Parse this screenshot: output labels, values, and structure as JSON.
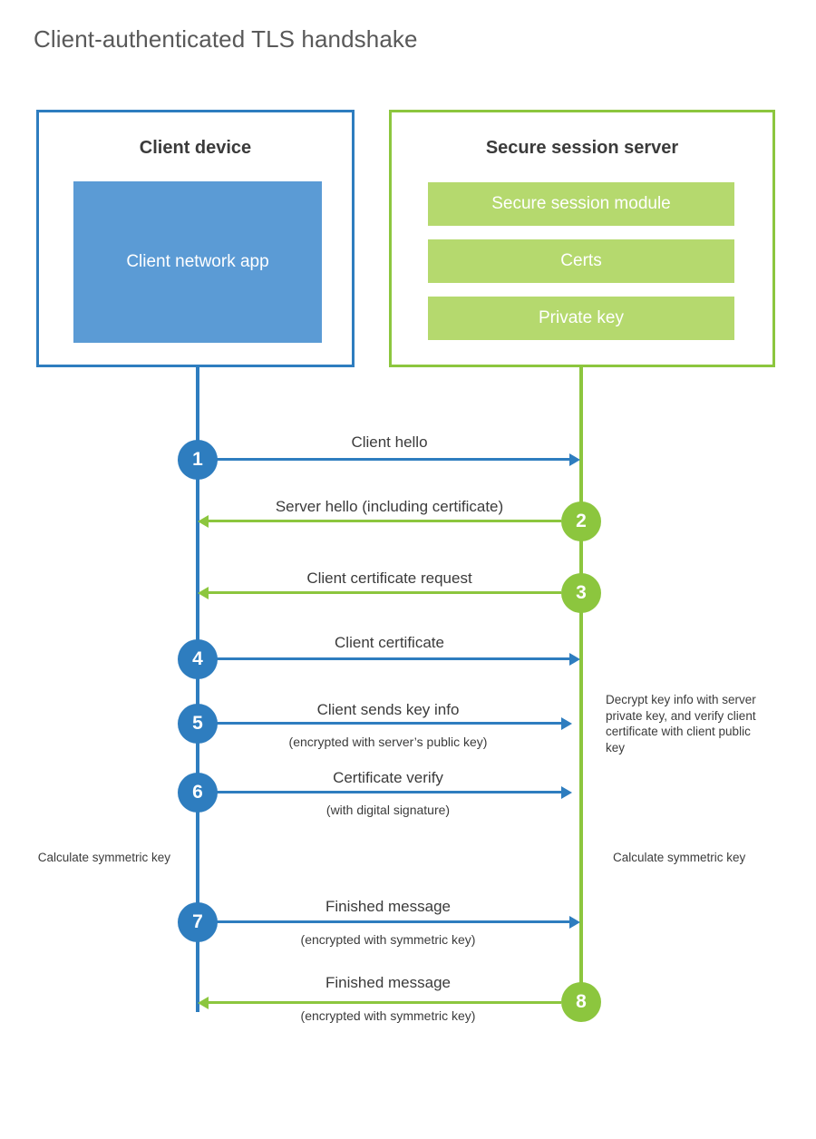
{
  "title": "Client-authenticated TLS handshake",
  "colors": {
    "client_blue": "#2E7DBF",
    "client_app_fill": "#5B9BD5",
    "server_green": "#8CC63E",
    "server_bar_fill": "#B5D96E",
    "text": "#3b3b3b",
    "title_text": "#595959",
    "background": "#ffffff"
  },
  "parties": {
    "client": {
      "title": "Client device",
      "blocks": [
        {
          "label": "Client network app"
        }
      ]
    },
    "server": {
      "title": "Secure session server",
      "blocks": [
        {
          "label": "Secure session module"
        },
        {
          "label": "Certs"
        },
        {
          "label": "Private key"
        }
      ]
    }
  },
  "steps": [
    {
      "number": "1",
      "label": "Client hello",
      "sub": "",
      "direction": "client-to-server",
      "color": "blue"
    },
    {
      "number": "2",
      "label": "Server hello (including certificate)",
      "sub": "",
      "direction": "server-to-client",
      "color": "green"
    },
    {
      "number": "3",
      "label": "Client certificate request",
      "sub": "",
      "direction": "server-to-client",
      "color": "green"
    },
    {
      "number": "4",
      "label": "Client certificate",
      "sub": "",
      "direction": "client-to-server",
      "color": "blue"
    },
    {
      "number": "5",
      "label": "Client sends key info",
      "sub": "(encrypted with server’s public key)",
      "direction": "client-to-server",
      "color": "blue"
    },
    {
      "number": "6",
      "label": "Certificate verify",
      "sub": "(with digital signature)",
      "direction": "client-to-server",
      "color": "blue"
    },
    {
      "number": "7",
      "label": "Finished message",
      "sub": "(encrypted with symmetric key)",
      "direction": "client-to-server",
      "color": "blue"
    },
    {
      "number": "8",
      "label": "Finished message",
      "sub": "(encrypted with symmetric key)",
      "direction": "server-to-client",
      "color": "green"
    }
  ],
  "notes": {
    "server_processing": "Decrypt key info with server private key, and verify client certificate with client public key",
    "client_calculate": "Calculate symmetric key",
    "server_calculate": "Calculate symmetric key"
  }
}
